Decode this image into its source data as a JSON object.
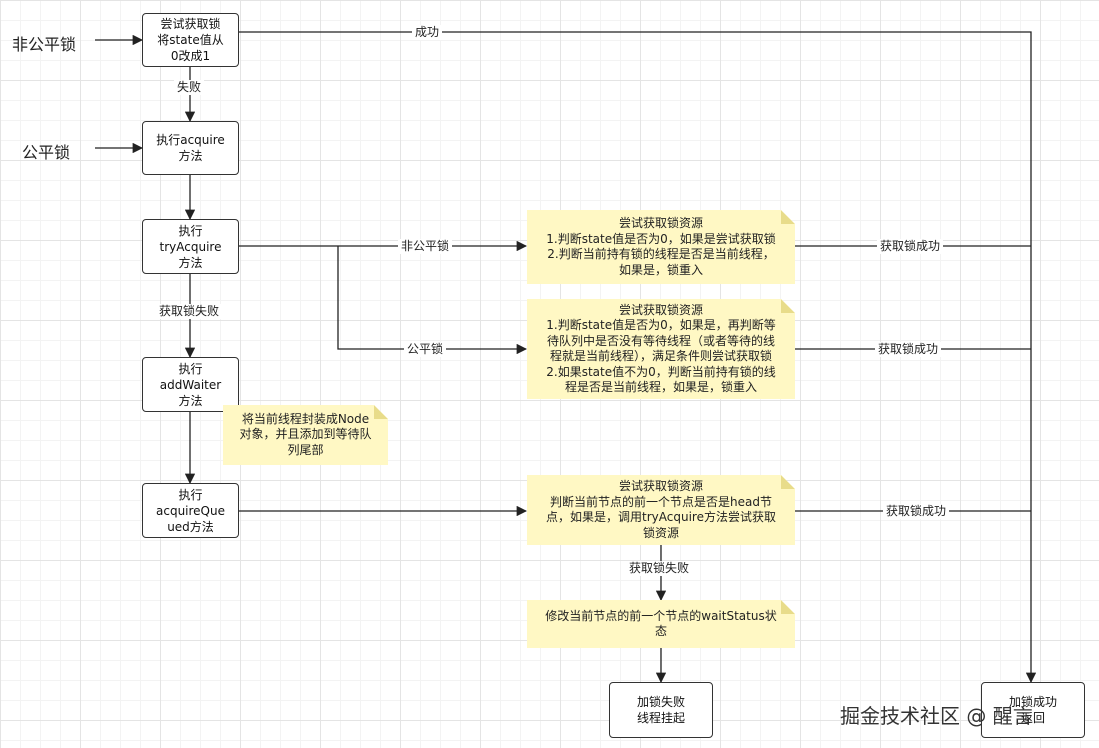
{
  "start_labels": {
    "unfair": "非公平锁",
    "fair": "公平锁"
  },
  "boxes": {
    "try_cas": "尝试获取锁\n将state值从\n0改成1",
    "acquire": "执行acquire\n方法",
    "try_acquire": "执行\ntryAcquire\n方法",
    "add_waiter": "执行\naddWaiter\n方法",
    "acquire_queued": "执行\nacquireQue\nued方法",
    "fail_park": "加锁失败\n线程挂起",
    "success": "加锁成功\n返回"
  },
  "notes": {
    "unfair_try": "尝试获取锁资源\n1.判断state值是否为0，如果是尝试获取锁\n2.判断当前持有锁的线程是否是当前线程，\n如果是，锁重入",
    "fair_try": "尝试获取锁资源\n1.判断state值是否为0，如果是，再判断等\n待队列中是否没有等待线程（或者等待的线\n程就是当前线程），满足条件则尝试获取锁\n2.如果state值不为0，判断当前持有锁的线\n程是否是当前线程，如果是，锁重入",
    "add_waiter_desc": "将当前线程封装成Node\n对象，并且添加到等待队\n列尾部",
    "queued_try": "尝试获取锁资源\n判断当前节点的前一个节点是否是head节\n点，如果是，调用tryAcquire方法尝试获取\n锁资源",
    "set_status": "修改当前节点的前一个节点的waitStatus状\n态"
  },
  "edge_labels": {
    "success_top": "成功",
    "fail": "失败",
    "unfair_branch": "非公平锁",
    "fair_branch": "公平锁",
    "acquire_fail_1": "获取锁失败",
    "acquire_fail_2": "获取锁失败",
    "acquire_ok_1": "获取锁成功",
    "acquire_ok_2": "获取锁成功",
    "acquire_ok_3": "获取锁成功"
  },
  "watermark": "掘金技术社区 @ 醒言"
}
